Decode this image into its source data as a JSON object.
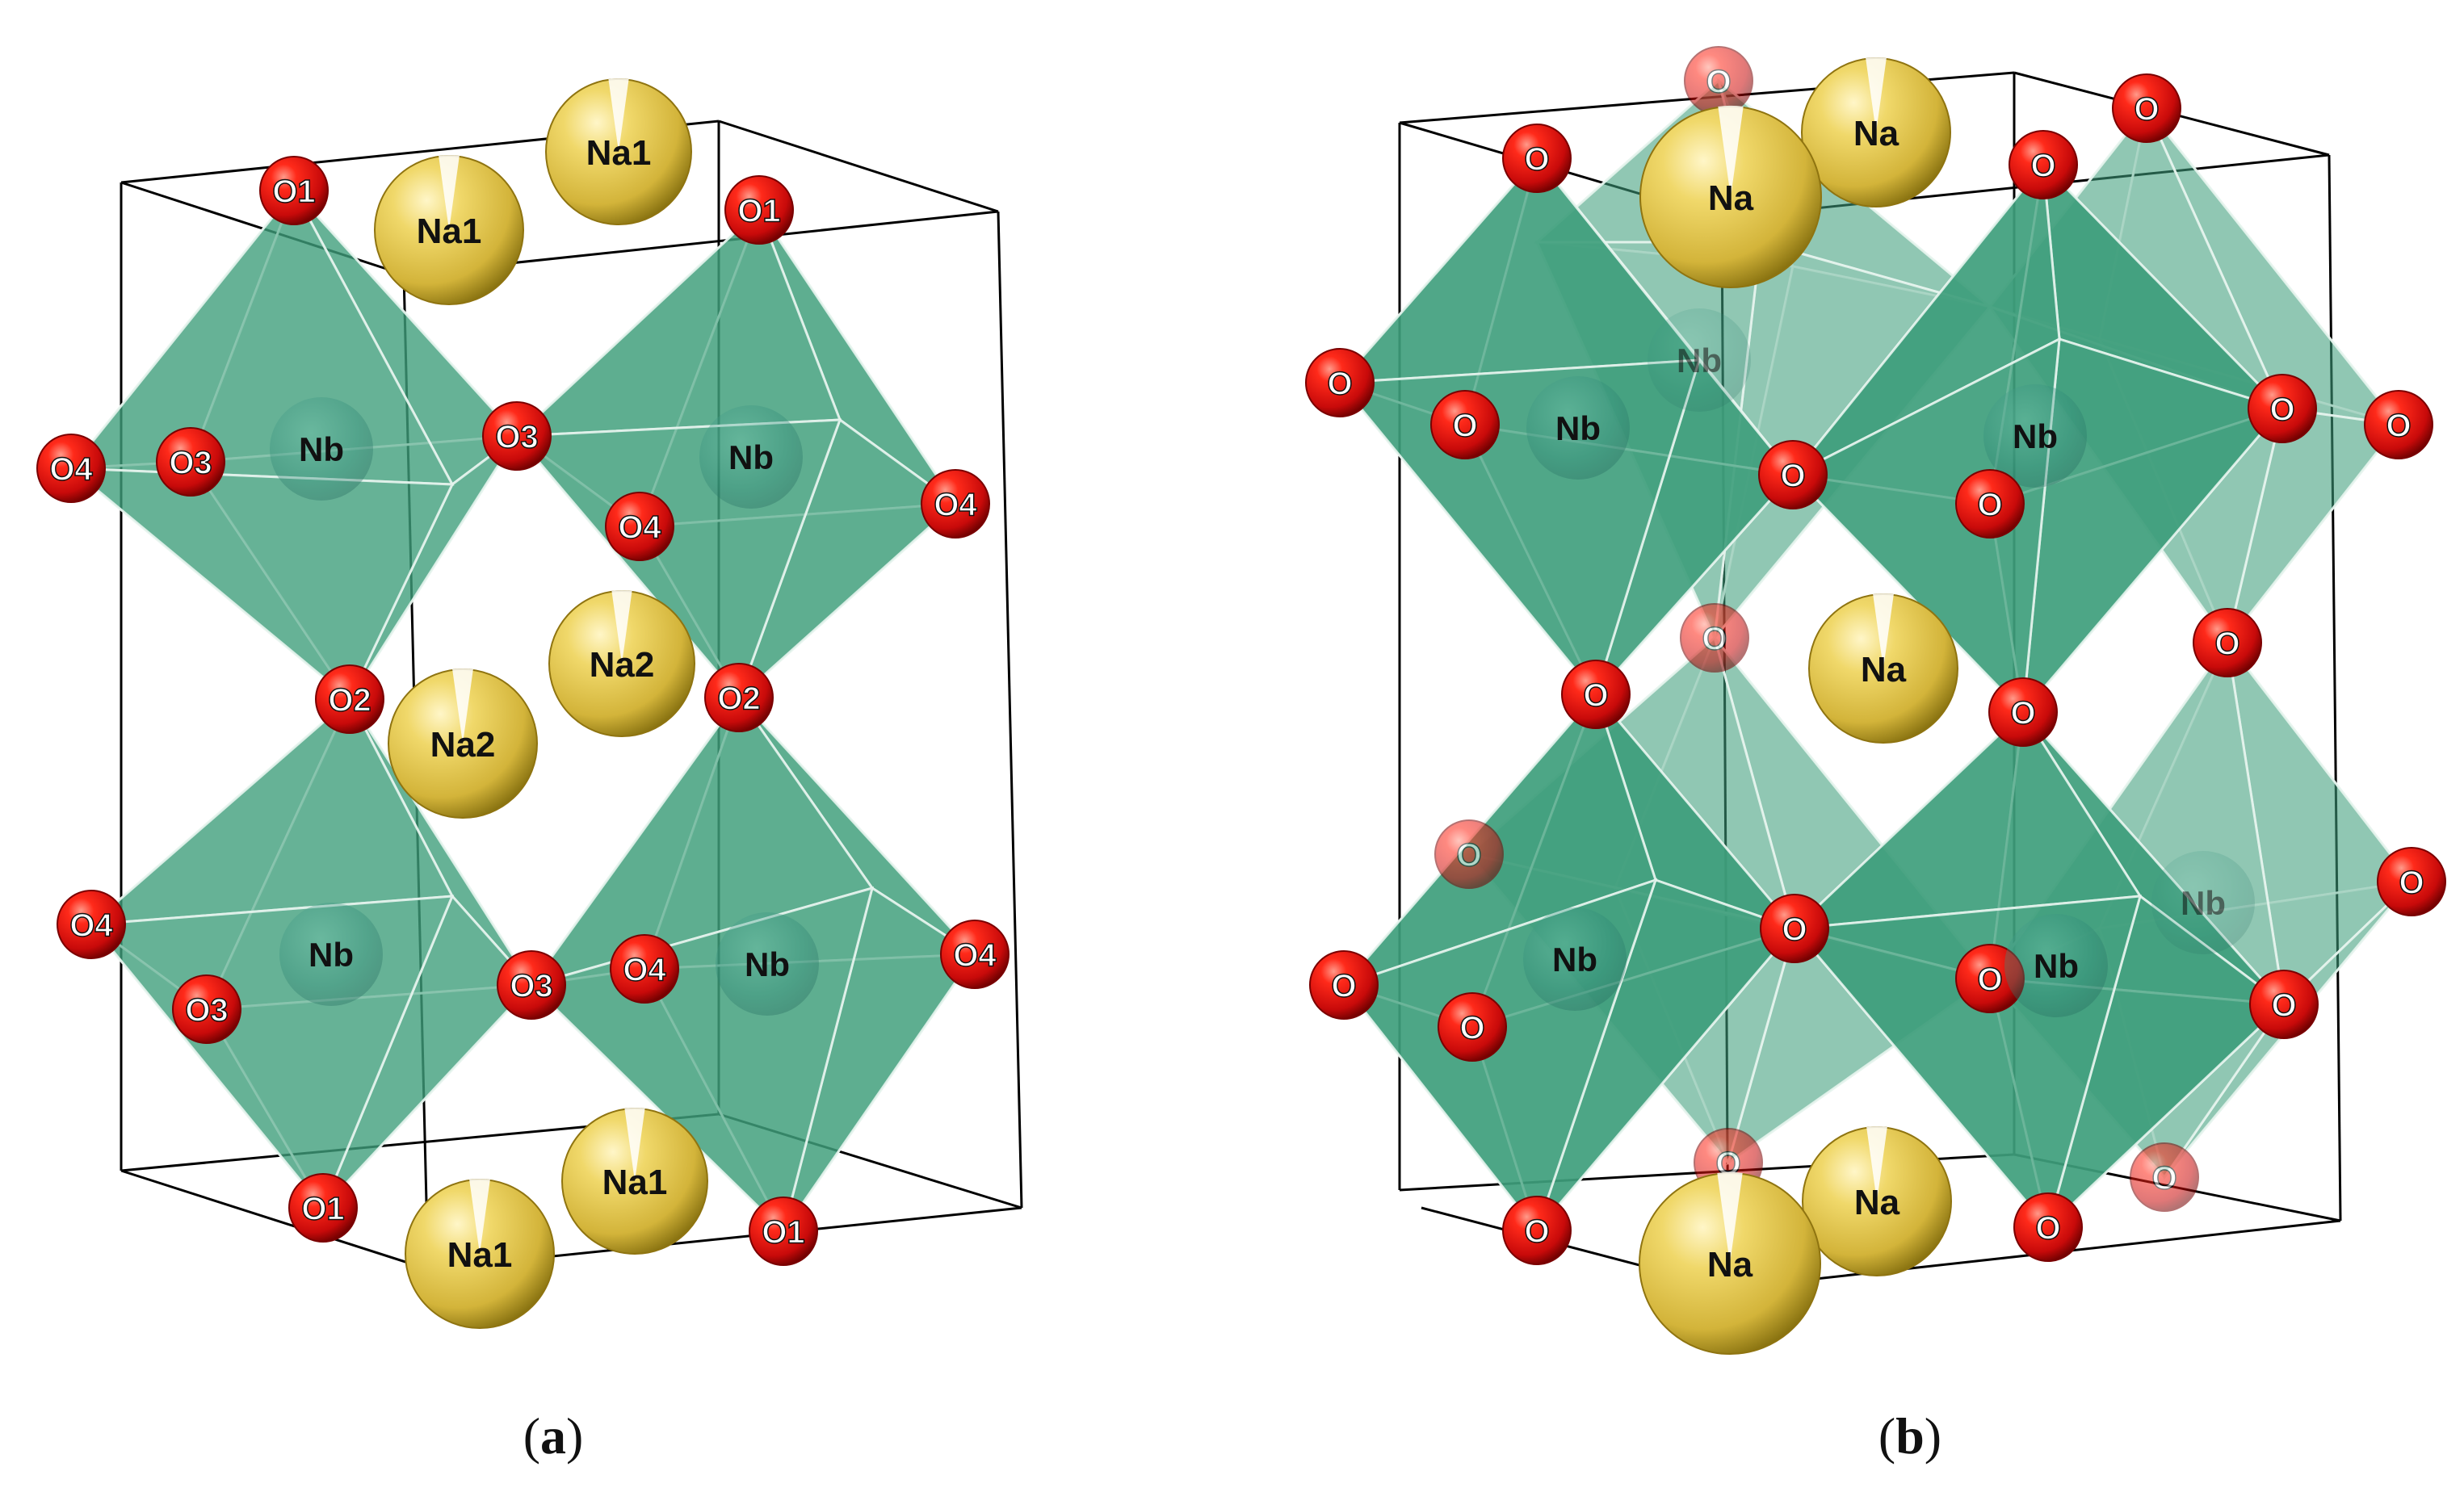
{
  "colors": {
    "oxygen": "#e01515",
    "oxygen_dark": "#7a0000",
    "sodium": "#e6cc55",
    "sodium_dark": "#8f7410",
    "niobium": "#2f8a78",
    "octahedron_fill": "#3f9e7c",
    "octahedron_edge": "#e8f4ee",
    "cell_line": "#000000",
    "label_text": "#111111"
  },
  "panels": [
    {
      "caption": "(a)",
      "caption_letter": "a",
      "atoms": [
        {
          "id": "a-na1-top-back",
          "element": "Na",
          "label": "Na1"
        },
        {
          "id": "a-na1-top-front",
          "element": "Na",
          "label": "Na1"
        },
        {
          "id": "a-o1-top-left",
          "element": "O",
          "label": "O1"
        },
        {
          "id": "a-o1-top-right",
          "element": "O",
          "label": "O1"
        },
        {
          "id": "a-o4-left-upper",
          "element": "O",
          "label": "O4"
        },
        {
          "id": "a-o3-left-upper",
          "element": "O",
          "label": "O3"
        },
        {
          "id": "a-nb-left-upper",
          "element": "Nb",
          "label": "Nb"
        },
        {
          "id": "a-o3-mid-upper",
          "element": "O",
          "label": "O3"
        },
        {
          "id": "a-nb-right-upper",
          "element": "Nb",
          "label": "Nb"
        },
        {
          "id": "a-o4-mid-upper",
          "element": "O",
          "label": "O4"
        },
        {
          "id": "a-o4-right-upper",
          "element": "O",
          "label": "O4"
        },
        {
          "id": "a-na2-back",
          "element": "Na",
          "label": "Na2"
        },
        {
          "id": "a-o2-left",
          "element": "O",
          "label": "O2"
        },
        {
          "id": "a-na2-front",
          "element": "Na",
          "label": "Na2"
        },
        {
          "id": "a-o2-right",
          "element": "O",
          "label": "O2"
        },
        {
          "id": "a-o4-left-lower",
          "element": "O",
          "label": "O4"
        },
        {
          "id": "a-nb-left-lower",
          "element": "Nb",
          "label": "Nb"
        },
        {
          "id": "a-o3-left-lower",
          "element": "O",
          "label": "O3"
        },
        {
          "id": "a-o3-mid-lower",
          "element": "O",
          "label": "O3"
        },
        {
          "id": "a-o4-mid-lower",
          "element": "O",
          "label": "O4"
        },
        {
          "id": "a-nb-right-lower",
          "element": "Nb",
          "label": "Nb"
        },
        {
          "id": "a-o4-right-lower",
          "element": "O",
          "label": "O4"
        },
        {
          "id": "a-na1-bottom-back",
          "element": "Na",
          "label": "Na1"
        },
        {
          "id": "a-o1-bottom-left",
          "element": "O",
          "label": "O1"
        },
        {
          "id": "a-na1-bottom-front",
          "element": "Na",
          "label": "Na1"
        },
        {
          "id": "a-o1-bottom-right",
          "element": "O",
          "label": "O1"
        }
      ]
    },
    {
      "caption": "(b)",
      "caption_letter": "b",
      "atoms": [
        {
          "id": "b-o-top-back",
          "element": "O",
          "label": "O"
        },
        {
          "id": "b-na-top-back",
          "element": "Na",
          "label": "Na"
        },
        {
          "id": "b-o-top-far-right",
          "element": "O",
          "label": "O"
        },
        {
          "id": "b-o-top-left",
          "element": "O",
          "label": "O"
        },
        {
          "id": "b-na-top-front",
          "element": "Na",
          "label": "Na"
        },
        {
          "id": "b-o-top-right",
          "element": "O",
          "label": "O"
        },
        {
          "id": "b-nb-back-upper",
          "element": "Nb",
          "label": "Nb"
        },
        {
          "id": "b-o-left-back-upper",
          "element": "O",
          "label": "O"
        },
        {
          "id": "b-o-left-upper",
          "element": "O",
          "label": "O"
        },
        {
          "id": "b-nb-left-upper",
          "element": "Nb",
          "label": "Nb"
        },
        {
          "id": "b-o-center-upper",
          "element": "O",
          "label": "O"
        },
        {
          "id": "b-nb-right-upper",
          "element": "Nb",
          "label": "Nb"
        },
        {
          "id": "b-o-center-right-upper",
          "element": "O",
          "label": "O"
        },
        {
          "id": "b-o-right-upper",
          "element": "O",
          "label": "O"
        },
        {
          "id": "b-o-far-right-upper",
          "element": "O",
          "label": "O"
        },
        {
          "id": "b-o-mid-back-left",
          "element": "O",
          "label": "O"
        },
        {
          "id": "b-na-middle",
          "element": "Na",
          "label": "Na"
        },
        {
          "id": "b-o-mid-back-right",
          "element": "O",
          "label": "O"
        },
        {
          "id": "b-o-mid-left",
          "element": "O",
          "label": "O"
        },
        {
          "id": "b-o-mid-right",
          "element": "O",
          "label": "O"
        },
        {
          "id": "b-o-left-back-lower",
          "element": "O",
          "label": "O"
        },
        {
          "id": "b-nb-back-lower",
          "element": "Nb",
          "label": "Nb"
        },
        {
          "id": "b-o-far-right-lower",
          "element": "O",
          "label": "O"
        },
        {
          "id": "b-o-left-lower",
          "element": "O",
          "label": "O"
        },
        {
          "id": "b-o-left-front-lower",
          "element": "O",
          "label": "O"
        },
        {
          "id": "b-nb-left-lower",
          "element": "Nb",
          "label": "Nb"
        },
        {
          "id": "b-o-center-lower",
          "element": "O",
          "label": "O"
        },
        {
          "id": "b-o-center-right-lower",
          "element": "O",
          "label": "O"
        },
        {
          "id": "b-nb-right-lower",
          "element": "Nb",
          "label": "Nb"
        },
        {
          "id": "b-o-right-lower",
          "element": "O",
          "label": "O"
        },
        {
          "id": "b-o-bottom-back-mid",
          "element": "O",
          "label": "O"
        },
        {
          "id": "b-na-bottom-back",
          "element": "Na",
          "label": "Na"
        },
        {
          "id": "b-o-bottom-back-right",
          "element": "O",
          "label": "O"
        },
        {
          "id": "b-o-bottom-left",
          "element": "O",
          "label": "O"
        },
        {
          "id": "b-na-bottom-front",
          "element": "Na",
          "label": "Na"
        },
        {
          "id": "b-o-bottom-right",
          "element": "O",
          "label": "O"
        }
      ]
    }
  ]
}
